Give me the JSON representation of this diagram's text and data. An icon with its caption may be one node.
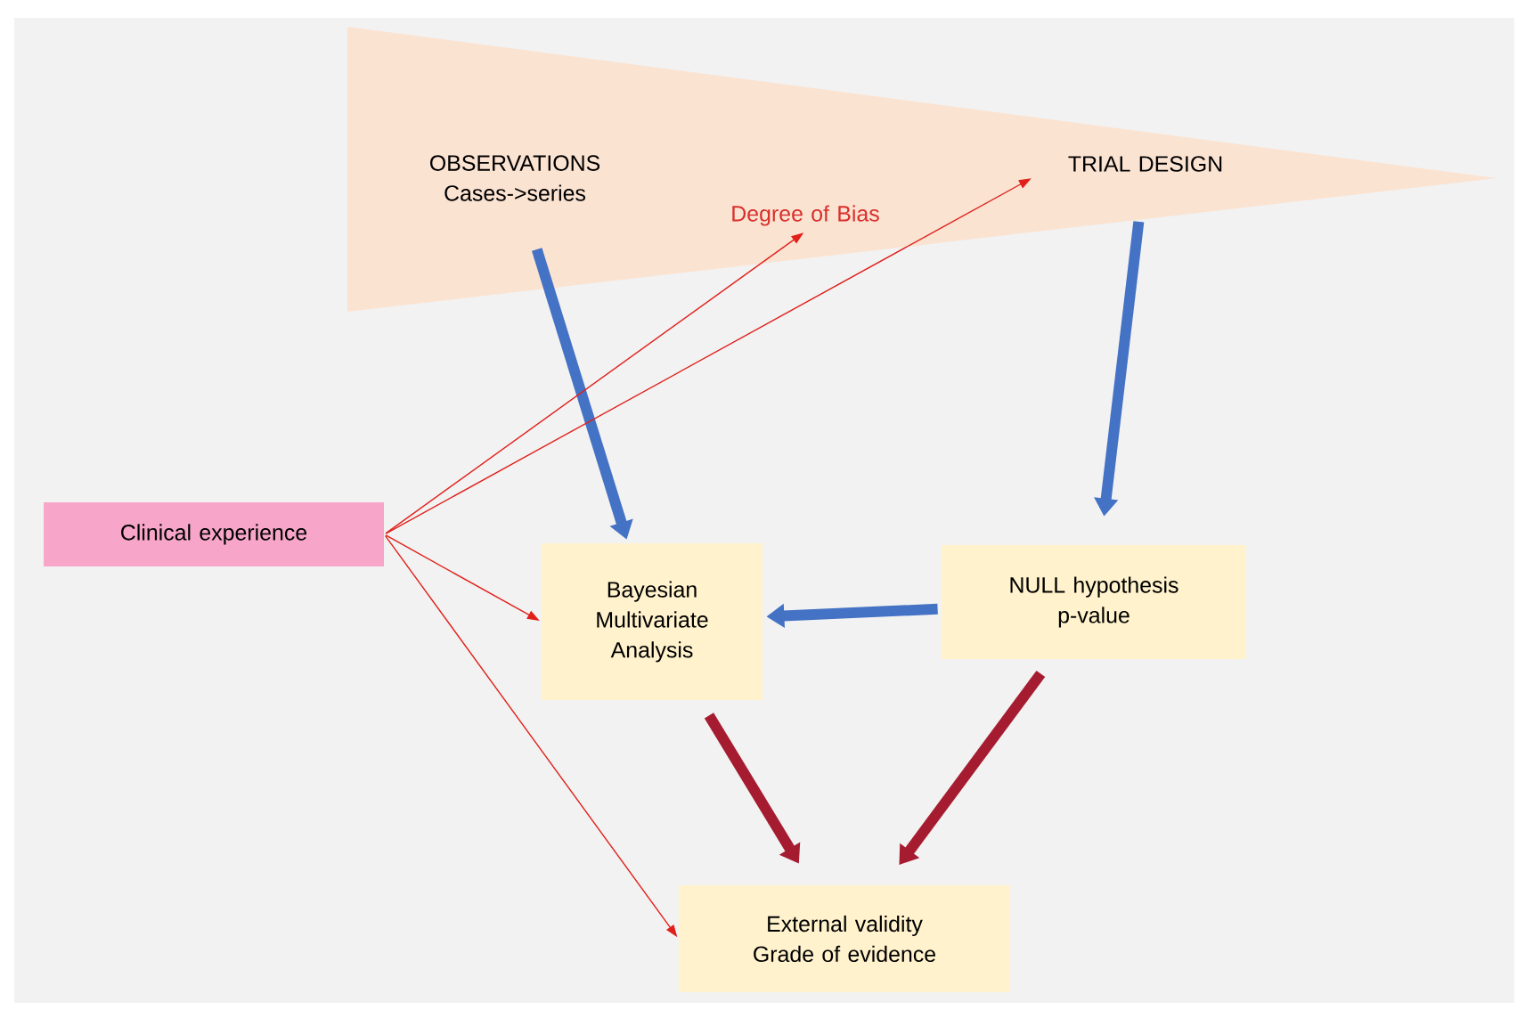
{
  "diagram": {
    "nodes": [
      {
        "text": [],
        "shape": "triangle"
      },
      {
        "text": [
          "OBSERVATIONS Cases->series"
        ],
        "in": 0
      },
      {
        "text": [
          "Degree of Bias"
        ],
        "in": 0
      },
      {
        "text": [
          "TRIAL DESIGN"
        ],
        "in": 0
      },
      {
        "text": [
          "Clinical experience"
        ]
      },
      {
        "text": [
          "Bayesian Multivariate Analysis"
        ]
      },
      {
        "text": [
          "NULL hypothesis p-value"
        ]
      },
      {
        "text": [
          "External validity Grade of evidence"
        ]
      }
    ],
    "edges": [
      {
        "from": 1,
        "to": 5,
        "arrow": "to",
        "color": "#4472c4"
      },
      {
        "from": 3,
        "to": 6,
        "arrow": "to",
        "color": "#4472c4"
      },
      {
        "from": 6,
        "to": 5,
        "arrow": "to",
        "color": "#4472c4"
      },
      {
        "from": 5,
        "to": 7,
        "arrow": "to",
        "color": "#a51c30"
      },
      {
        "from": 6,
        "to": 7,
        "arrow": "to",
        "color": "#a51c30"
      },
      {
        "from": 4,
        "to": 2,
        "arrow": "to",
        "color": "#e0201b"
      },
      {
        "from": 4,
        "to": 3,
        "arrow": "to",
        "color": "#e0201b"
      },
      {
        "from": 4,
        "to": 5,
        "arrow": "to",
        "color": "#e0201b"
      },
      {
        "from": 4,
        "to": 7,
        "arrow": "to",
        "color": "#e0201b"
      }
    ]
  }
}
